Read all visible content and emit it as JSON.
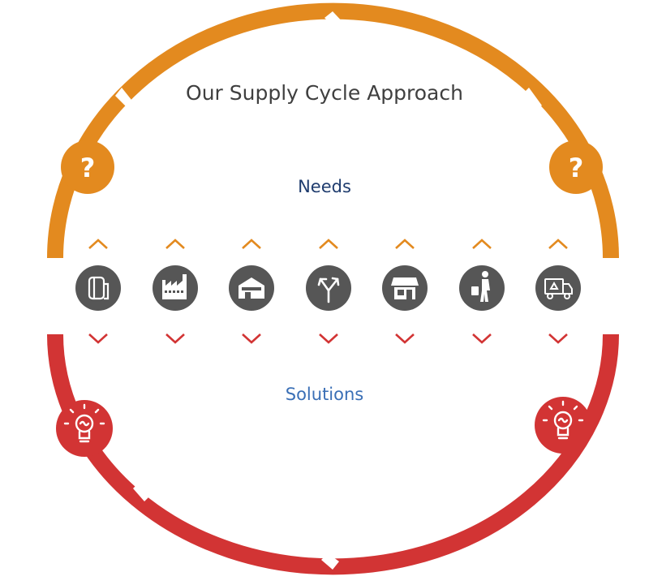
{
  "diagram": {
    "title": "Our Supply Cycle Approach",
    "needs_label": "Needs",
    "solutions_label": "Solutions",
    "needs_badge_text": "?",
    "colors": {
      "needs": "#e38a1f",
      "solutions": "#d23434",
      "icon_circle": "#565656",
      "up_chevron": "#e38a1f",
      "down_chevron": "#d23434"
    },
    "stages": [
      {
        "icon": "paper-roll-icon"
      },
      {
        "icon": "factory-icon"
      },
      {
        "icon": "warehouse-icon"
      },
      {
        "icon": "split-arrows-icon"
      },
      {
        "icon": "storefront-icon"
      },
      {
        "icon": "shopper-with-bag-icon"
      },
      {
        "icon": "recycling-truck-icon"
      }
    ],
    "needs_badges": [
      {
        "icon": "question-icon"
      },
      {
        "icon": "question-icon"
      }
    ],
    "solution_badges": [
      {
        "icon": "lightbulb-icon"
      },
      {
        "icon": "lightbulb-icon"
      }
    ]
  }
}
